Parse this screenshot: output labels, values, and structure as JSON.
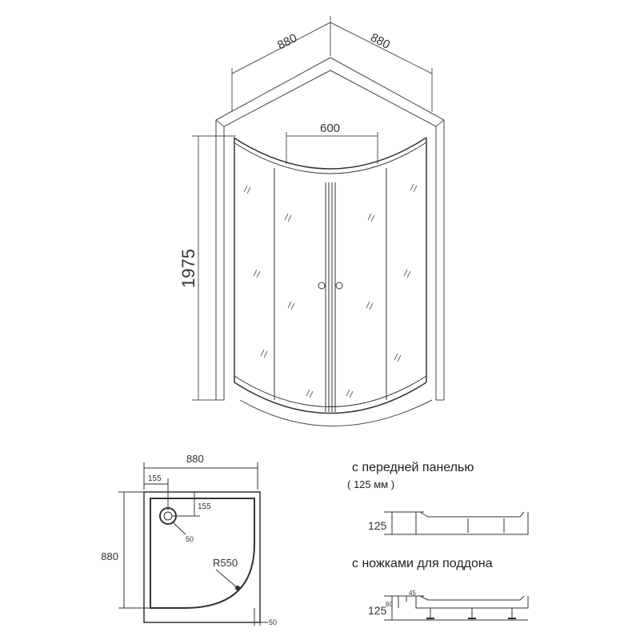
{
  "main_view": {
    "width_left": "880",
    "width_right": "880",
    "door_opening": "600",
    "height": "1975"
  },
  "tray_plan": {
    "width": "880",
    "depth": "880",
    "drain_offset_x": "155",
    "drain_offset_y": "155",
    "drain_diameter": "50",
    "radius": "R550",
    "rim": "50"
  },
  "variant_panel": {
    "title": "с передней панелью",
    "subtitle": "( 125 мм )",
    "height": "125"
  },
  "variant_legs": {
    "title": "с ножками для поддона",
    "height": "125",
    "tray_height": "60",
    "rim_height": "45"
  }
}
